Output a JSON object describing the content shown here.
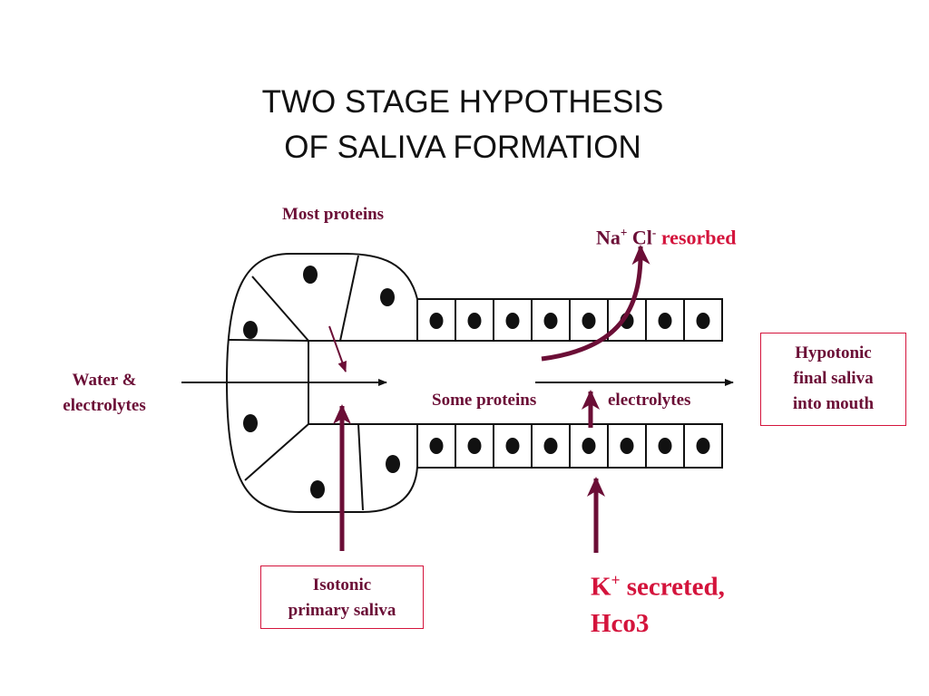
{
  "title": {
    "line1": "TWO STAGE HYPOTHESIS",
    "line2": "OF SALIVA FORMATION"
  },
  "labels": {
    "most_proteins": "Most proteins",
    "na": "Na",
    "na_sup": "+",
    "cl": " Cl",
    "cl_sup": "-",
    "resorbed": " resorbed",
    "water_line1": "Water &",
    "water_line2": "electrolytes",
    "some_proteins": "Some proteins",
    "electrolytes": "electrolytes",
    "k": "K",
    "k_sup": "+",
    "secreted": " secreted,",
    "hco3": "Hco3"
  },
  "boxes": {
    "hypotonic_line1": "Hypotonic",
    "hypotonic_line2": "final saliva",
    "hypotonic_line3": "into mouth",
    "isotonic_line1": "Isotonic",
    "isotonic_line2": "primary saliva"
  },
  "colors": {
    "maroon": "#6b0e36",
    "red": "#d4143c",
    "black": "#111111"
  }
}
